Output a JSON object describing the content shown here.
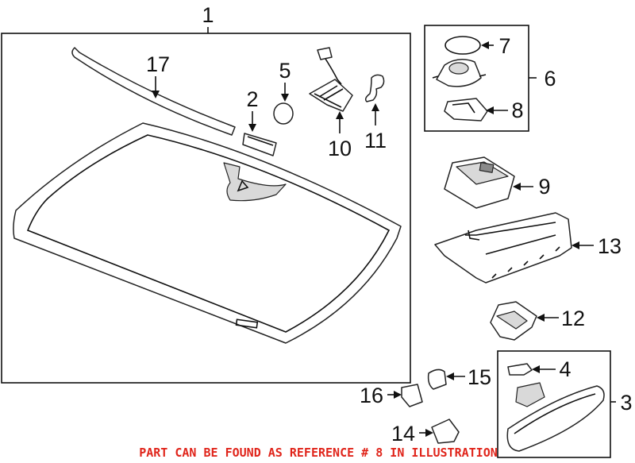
{
  "diagram": {
    "callouts": [
      {
        "id": "c1",
        "label": "1"
      },
      {
        "id": "c2",
        "label": "2"
      },
      {
        "id": "c3",
        "label": "3"
      },
      {
        "id": "c4",
        "label": "4"
      },
      {
        "id": "c5",
        "label": "5"
      },
      {
        "id": "c6",
        "label": "6"
      },
      {
        "id": "c7",
        "label": "7"
      },
      {
        "id": "c8",
        "label": "8"
      },
      {
        "id": "c9",
        "label": "9"
      },
      {
        "id": "c10",
        "label": "10"
      },
      {
        "id": "c11",
        "label": "11"
      },
      {
        "id": "c12",
        "label": "12"
      },
      {
        "id": "c13",
        "label": "13"
      },
      {
        "id": "c14",
        "label": "14"
      },
      {
        "id": "c15",
        "label": "15"
      },
      {
        "id": "c16",
        "label": "16"
      },
      {
        "id": "c17",
        "label": "17"
      }
    ],
    "footer_note": "PART CAN BE FOUND AS REFERENCE # 8 IN ILLUSTRATION",
    "colors": {
      "line": "#111111",
      "footer_text": "#e0251b",
      "background": "#ffffff"
    }
  }
}
